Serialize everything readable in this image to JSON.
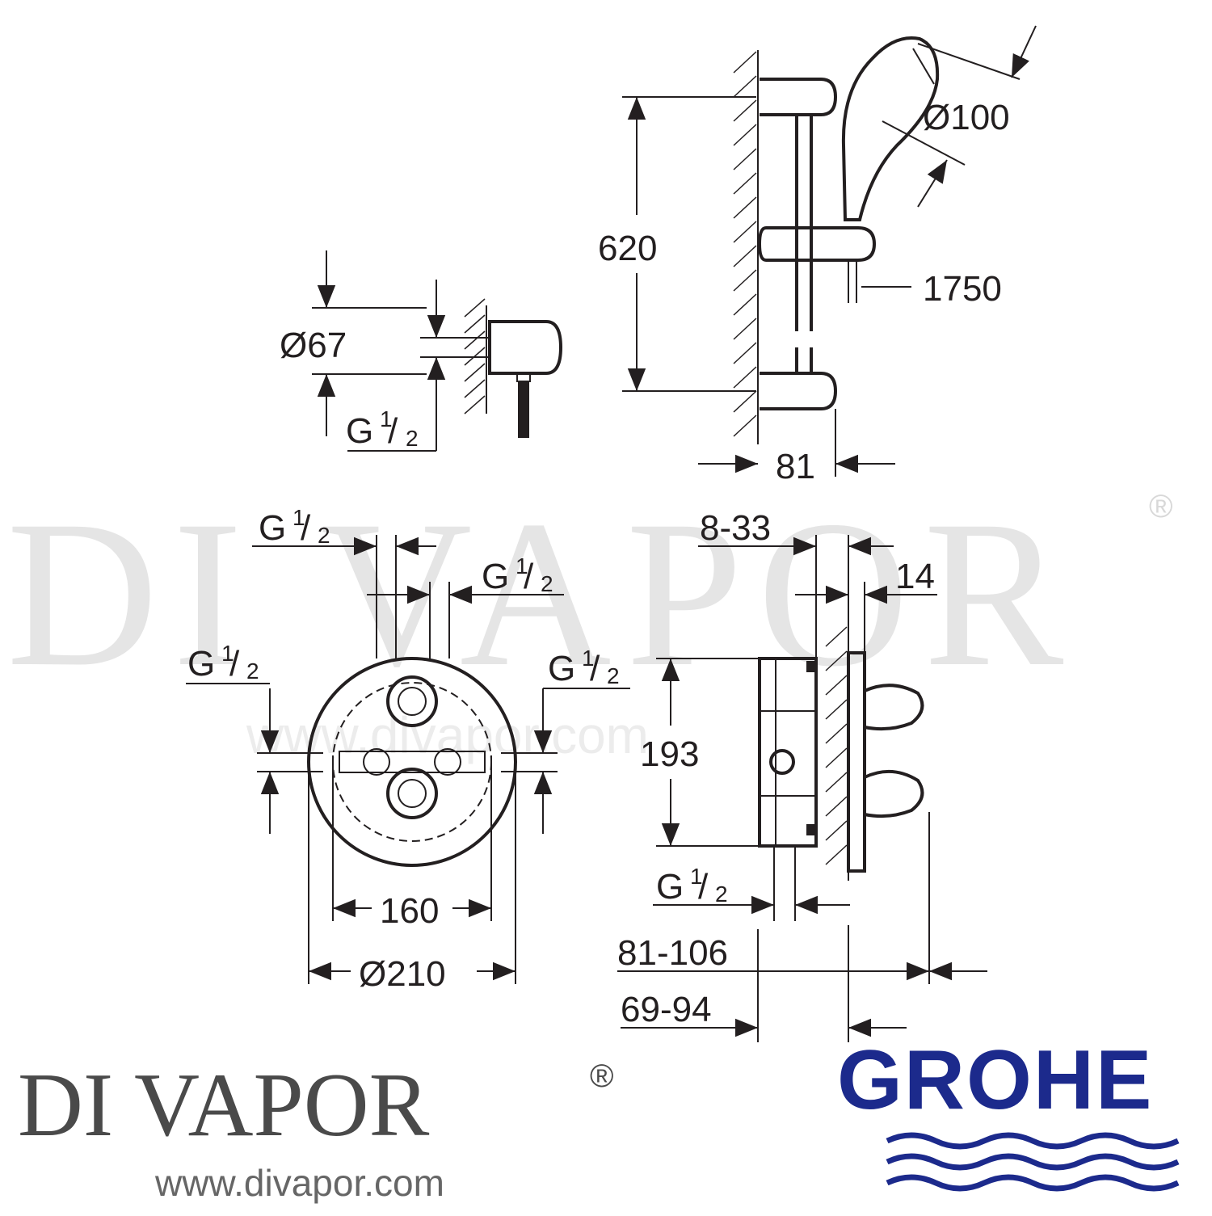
{
  "watermark": {
    "text": "DI VAPOR",
    "reg_mark": "®",
    "url": "www.divapor.com"
  },
  "wall_outlet": {
    "diameter_label": "Ø67",
    "thread_label": "G",
    "thread_fraction_num": "1",
    "thread_fraction_den": "2"
  },
  "shower_rail": {
    "height_label": "620",
    "handshower_diameter_label": "Ø100",
    "hose_length_label": "1750",
    "projection_label": "81"
  },
  "thermostat_front": {
    "thread_top_left_label": "G",
    "thread_top_right_label": "G",
    "thread_left_label": "G",
    "thread_right_label": "G",
    "fraction_num": "1",
    "fraction_den": "2",
    "inner_width_label": "160",
    "outer_diameter_label": "Ø210"
  },
  "thermostat_side": {
    "range_label": "8-33",
    "depth_label": "14",
    "height_label": "193",
    "thread_label": "G",
    "fraction_num": "1",
    "fraction_den": "2",
    "install_depth_1_label": "81-106",
    "install_depth_2_label": "69-94"
  },
  "footer": {
    "brand_name": "DI VAPOR",
    "brand_reg": "®",
    "brand_url": "www.divapor.com",
    "manufacturer": "GROHE",
    "manufacturer_color": "#1c2a8c"
  }
}
